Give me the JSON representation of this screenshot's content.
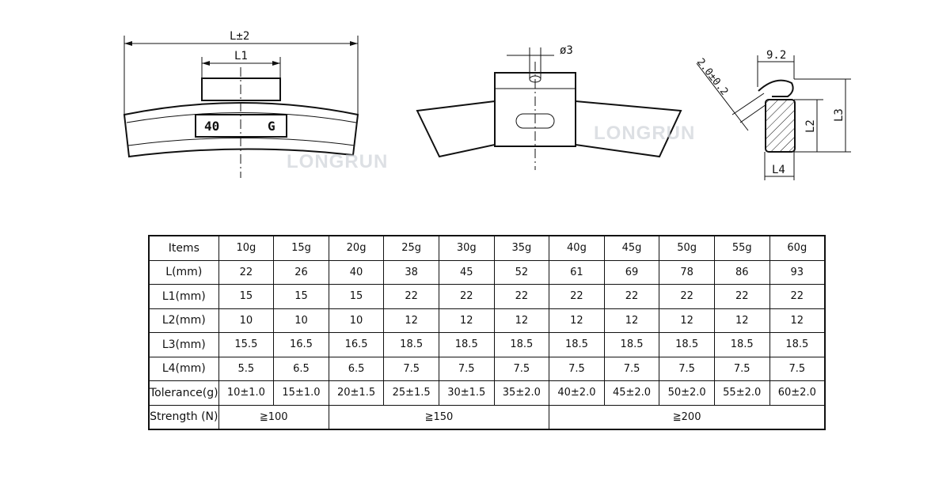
{
  "drawing": {
    "watermark": "LONGRUN",
    "front_view": {
      "dim_length": "L±2",
      "dim_l1": "L1",
      "stamp_weight": "40",
      "stamp_letter": "G"
    },
    "top_view": {
      "dim_hole": "ø3"
    },
    "side_view": {
      "dim_width": "9.2",
      "dim_thickness": "2.0±0.2",
      "dim_l2": "L2",
      "dim_l3": "L3",
      "dim_l4": "L4"
    }
  },
  "table": {
    "header_label": "Items",
    "columns": [
      "10g",
      "15g",
      "20g",
      "25g",
      "30g",
      "35g",
      "40g",
      "45g",
      "50g",
      "55g",
      "60g"
    ],
    "rows": [
      {
        "label": "L(mm)",
        "values": [
          "22",
          "26",
          "40",
          "38",
          "45",
          "52",
          "61",
          "69",
          "78",
          "86",
          "93"
        ]
      },
      {
        "label": "L1(mm)",
        "values": [
          "15",
          "15",
          "15",
          "22",
          "22",
          "22",
          "22",
          "22",
          "22",
          "22",
          "22"
        ]
      },
      {
        "label": "L2(mm)",
        "values": [
          "10",
          "10",
          "10",
          "12",
          "12",
          "12",
          "12",
          "12",
          "12",
          "12",
          "12"
        ]
      },
      {
        "label": "L3(mm)",
        "values": [
          "15.5",
          "16.5",
          "16.5",
          "18.5",
          "18.5",
          "18.5",
          "18.5",
          "18.5",
          "18.5",
          "18.5",
          "18.5"
        ]
      },
      {
        "label": "L4(mm)",
        "values": [
          "5.5",
          "6.5",
          "6.5",
          "7.5",
          "7.5",
          "7.5",
          "7.5",
          "7.5",
          "7.5",
          "7.5",
          "7.5"
        ]
      },
      {
        "label": "Tolerance(g)",
        "values": [
          "10±1.0",
          "15±1.0",
          "20±1.5",
          "25±1.5",
          "30±1.5",
          "35±2.0",
          "40±2.0",
          "45±2.0",
          "50±2.0",
          "55±2.0",
          "60±2.0"
        ]
      }
    ],
    "strength": {
      "label": "Strength (N)",
      "groups": [
        {
          "value": "≧100",
          "span": 2
        },
        {
          "value": "≧150",
          "span": 4
        },
        {
          "value": "≧200",
          "span": 5
        }
      ]
    }
  }
}
